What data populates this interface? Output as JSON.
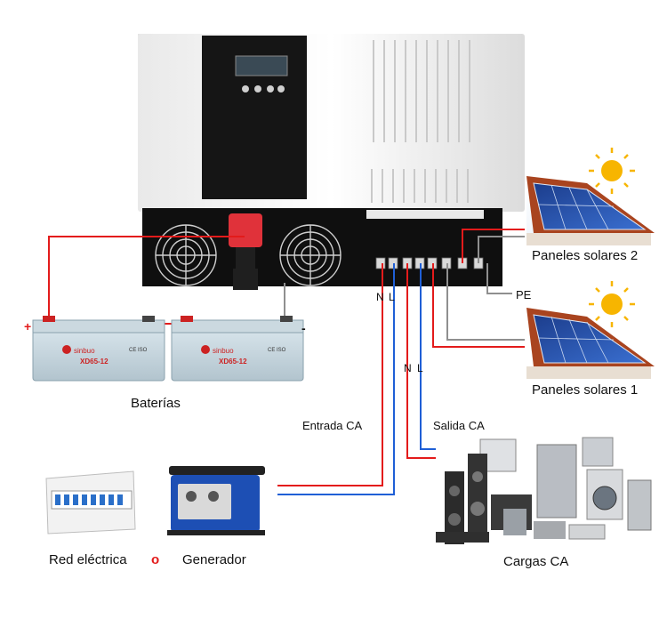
{
  "labels": {
    "solar_panels_2": "Paneles solares 2",
    "solar_panels_1": "Paneles solares 1",
    "batteries": "Baterías",
    "grid": "Red eléctrica",
    "or": "o",
    "generator": "Generador",
    "ac_loads": "Cargas CA",
    "ac_input": "Entrada CA",
    "ac_output": "Salida CA",
    "pe": "PE",
    "n_in": "N",
    "l_in": "L",
    "n_out": "N",
    "l_out": "L",
    "plus": "+",
    "minus": "-"
  },
  "battery": {
    "brand": "sinbuo",
    "model": "XD65-12",
    "marks": "CE ISO"
  },
  "colors": {
    "positive_wire": "#e31b1b",
    "neutral_wire": "#1f5fd6",
    "pv_negative_wire": "#8f8f8f",
    "sun": "#f7b500",
    "inverter_body": "#ffffff",
    "inverter_panel": "#141414"
  }
}
